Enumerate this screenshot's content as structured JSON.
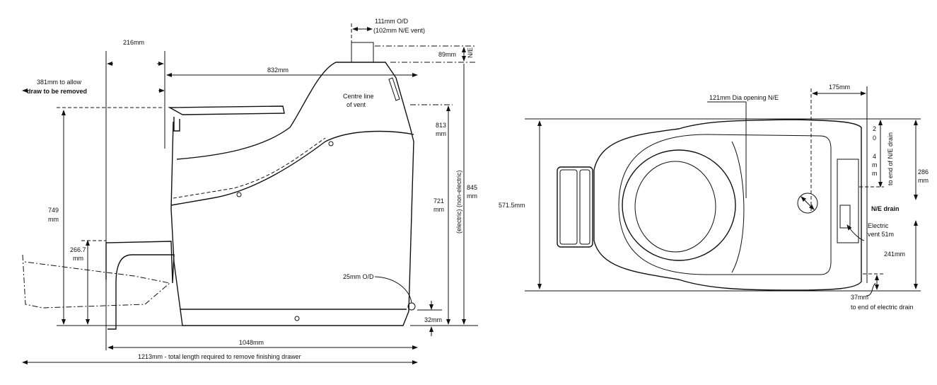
{
  "side_view": {
    "vent_od": "111mm O/D",
    "vent_ne": "(102mm N/E vent)",
    "dim_216": "216mm",
    "dim_832": "832mm",
    "dim_89": "89mm",
    "ne_label": "N/E",
    "drawer_note_1": "381mm to allow",
    "drawer_note_2": "draw to be removed",
    "centre_line_1": "Centre line",
    "centre_line_2": "of vent",
    "dim_813": "813",
    "dim_845": "845",
    "dim_721": "721",
    "dim_749": "749",
    "mm": "mm",
    "electric_label": "(electric) (non-electric)",
    "dim_266": "266.7",
    "drain_od": "25mm O/D",
    "dim_32": "32mm",
    "dim_1048": "1048mm",
    "total_length": "1213mm - total length required to remove finishing drawer"
  },
  "top_view": {
    "dim_175": "175mm",
    "opening": "121mm Dia opening N/E",
    "dim_571": "571.5mm",
    "dim_286": "286",
    "mm": "mm",
    "dim_204_chars": [
      "2",
      "0",
      "4",
      "m",
      "m"
    ],
    "ne_drain_end": "to end of N/E drain",
    "ne_drain": "N/E drain",
    "electric_vent_1": "Electric",
    "electric_vent_2": "vent 51m",
    "dim_241": "241mm",
    "dim_37": "37mm",
    "electric_drain_end": "to end of electric drain"
  }
}
